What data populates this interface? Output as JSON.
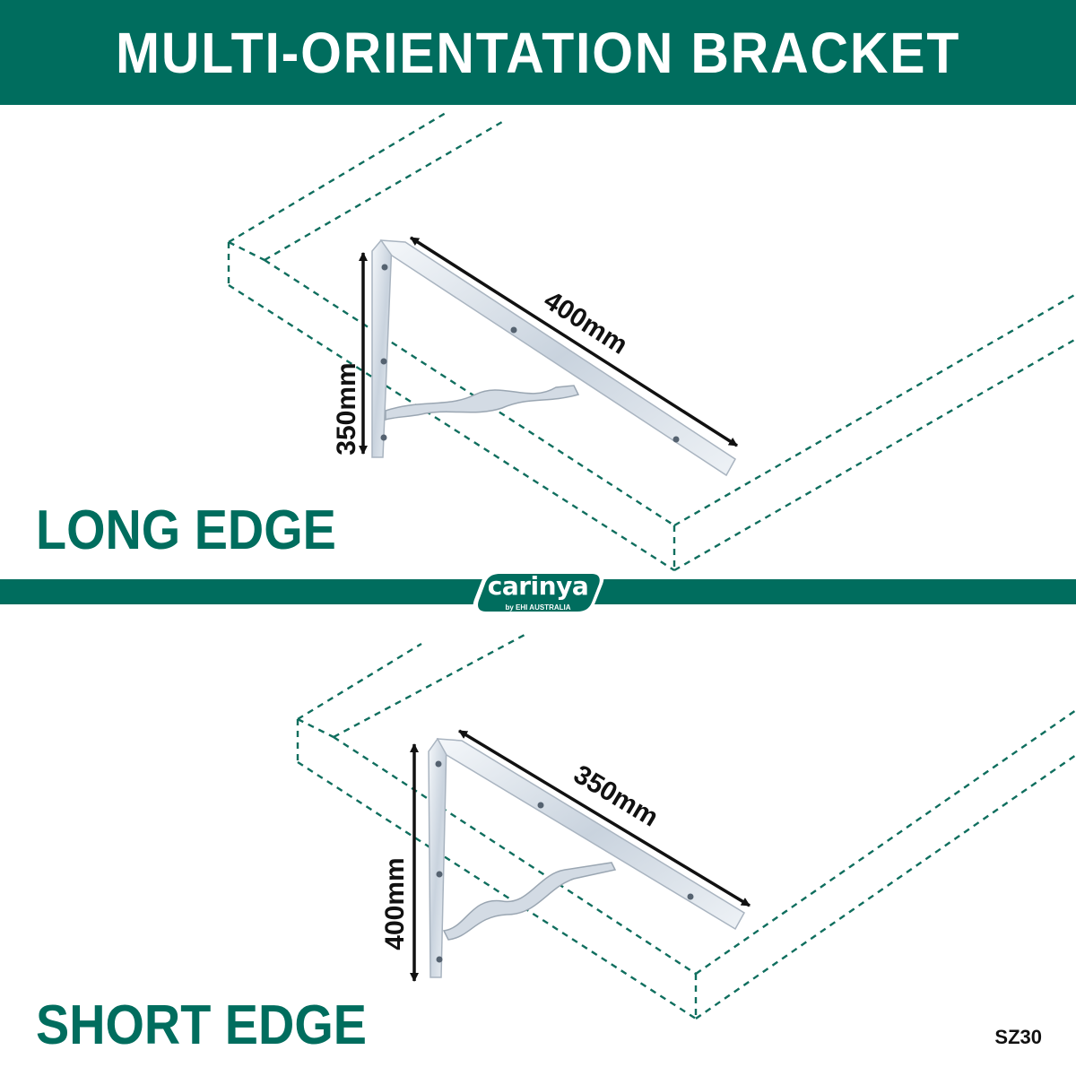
{
  "title": "MULTI-ORIENTATION BRACKET",
  "long_edge": {
    "label": "LONG EDGE",
    "horizontal_dim": "400mm",
    "vertical_dim": "350mm"
  },
  "short_edge": {
    "label": "SHORT EDGE",
    "horizontal_dim": "350mm",
    "vertical_dim": "400mm"
  },
  "logo": {
    "name": "carinya",
    "tagline": "by EHI AUSTRALIA"
  },
  "product_code": "SZ30",
  "colors": {
    "brand_green": "#006d5e",
    "bracket": "#d9e1ea",
    "dimension": "#111111",
    "shelf_outline": "#0f6e5e"
  }
}
